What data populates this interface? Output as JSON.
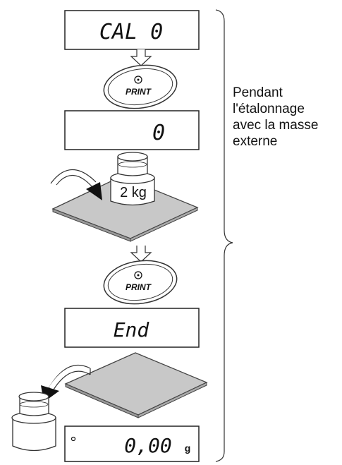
{
  "displays": {
    "d1": "CAL  0",
    "d2": "0",
    "d3": "End",
    "d4_value": "0,00",
    "d4_unit": "g"
  },
  "buttons": {
    "print_1": "PRINT",
    "print_2": "PRINT"
  },
  "weight_label": "2 kg",
  "side_text": {
    "line1": "Pendant",
    "line2": "l'étalonnage",
    "line3": "avec la masse",
    "line4": "externe"
  }
}
